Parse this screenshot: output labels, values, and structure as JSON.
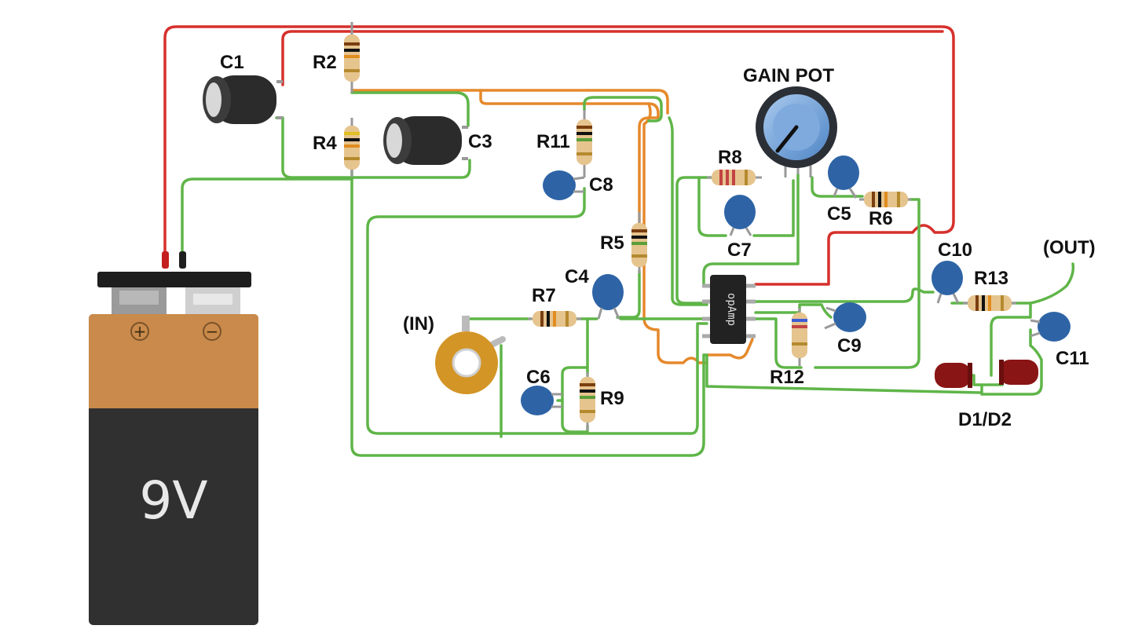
{
  "colors": {
    "wire_red": "#d6302c",
    "wire_green": "#5fb548",
    "wire_orange": "#e5892b",
    "battery_top": "#c98a4b",
    "battery_body": "#303030",
    "cap_ceramic": "#2e64a6",
    "electrolytic": "#2b2b2b",
    "led": "#8a1515",
    "knob": "#6b9ed6",
    "jack": "#d39526",
    "ic": "#222222"
  },
  "battery": {
    "label": "9V",
    "plus": "+",
    "minus": "−"
  },
  "components": {
    "c1": "C1",
    "c3": "C3",
    "r2": "R2",
    "r4": "R4",
    "r11": "R11",
    "c8": "C8",
    "r5": "R5",
    "c4": "C4",
    "r7": "R7",
    "c6": "C6",
    "r9": "R9",
    "r8": "R8",
    "c7": "C7",
    "c5": "C5",
    "r6": "R6",
    "r12": "R12",
    "c9": "C9",
    "c10": "C10",
    "r13": "R13",
    "c11": "C11",
    "diodes": "D1/D2"
  },
  "labels": {
    "gain_pot": "GAIN POT",
    "input": "(IN)",
    "output": "(OUT)",
    "chip": "opAmp"
  },
  "icons": [
    "battery-icon",
    "electrolytic-capacitor-icon",
    "ceramic-capacitor-icon",
    "resistor-icon",
    "potentiometer-icon",
    "audio-jack-icon",
    "led-icon",
    "ic-chip-icon"
  ]
}
